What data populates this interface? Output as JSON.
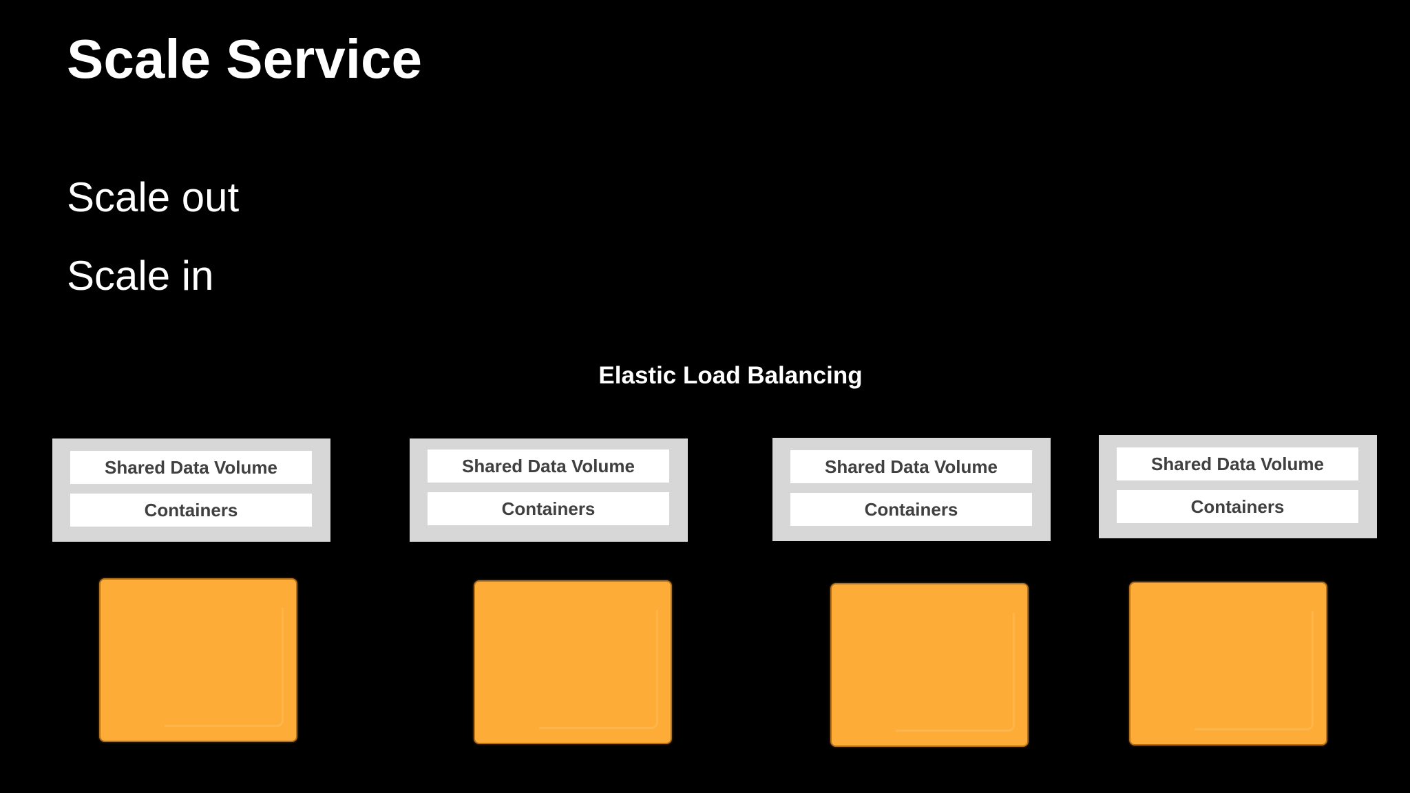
{
  "slide": {
    "title": "Scale Service",
    "bullets": [
      "Scale out",
      "Scale in"
    ],
    "load_balancer_label": "Elastic Load Balancing"
  },
  "tasks": [
    {
      "volume_label": "Shared Data Volume",
      "containers_label": "Containers"
    },
    {
      "volume_label": "Shared Data Volume",
      "containers_label": "Containers"
    },
    {
      "volume_label": "Shared Data Volume",
      "containers_label": "Containers"
    },
    {
      "volume_label": "Shared Data Volume",
      "containers_label": "Containers"
    }
  ],
  "colors": {
    "background": "#000000",
    "text": "#ffffff",
    "task_panel": "#d7d7d7",
    "task_label_bg": "#ffffff",
    "task_label_text": "#404040",
    "instance_fill": "#fdad37"
  }
}
